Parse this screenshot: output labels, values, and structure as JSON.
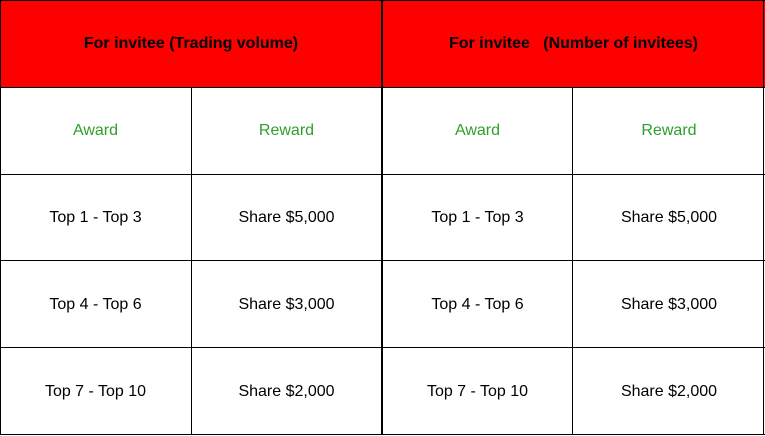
{
  "tables": [
    {
      "title": "For invitee (Trading volume)",
      "columns": [
        "Award",
        "Reward"
      ],
      "rows": [
        [
          "Top 1 - Top 3",
          "Share $5,000"
        ],
        [
          "Top 4 - Top 6",
          "Share $3,000"
        ],
        [
          "Top 7 - Top 10",
          "Share $2,000"
        ]
      ]
    },
    {
      "title": "For invitee   (Number of invitees)",
      "columns": [
        "Award",
        "Reward"
      ],
      "rows": [
        [
          "Top 1 - Top 3",
          "Share $5,000"
        ],
        [
          "Top 4 - Top 6",
          "Share $3,000"
        ],
        [
          "Top 7 - Top 10",
          "Share $2,000"
        ]
      ]
    }
  ],
  "colors": {
    "header_bg": "#ff0000",
    "column_header_text": "#2ea02a"
  }
}
